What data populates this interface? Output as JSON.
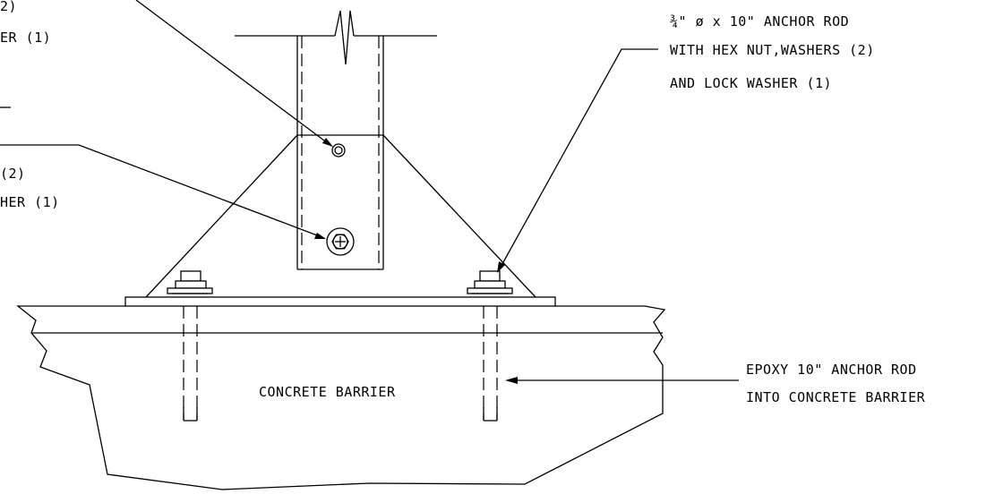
{
  "labels": {
    "top_left_line1": "2)",
    "top_left_line2": "ER (1)",
    "mid_left_line1": "(2)",
    "mid_left_line2": "HER (1)",
    "anchor_rod_line1": "¾\" ø x 10\" ANCHOR ROD",
    "anchor_rod_line2": "WITH HEX NUT,WASHERS (2)",
    "anchor_rod_line3": "AND LOCK WASHER (1)",
    "epoxy_line1": "EPOXY 10\" ANCHOR ROD",
    "epoxy_line2": "INTO CONCRETE BARRIER",
    "concrete_barrier": "CONCRETE BARRIER"
  },
  "colors": {
    "line": "#000000",
    "background": "#ffffff"
  },
  "icons": [
    "bolt-head-icon",
    "plus-in-circle-icon",
    "arrowhead-icon"
  ]
}
